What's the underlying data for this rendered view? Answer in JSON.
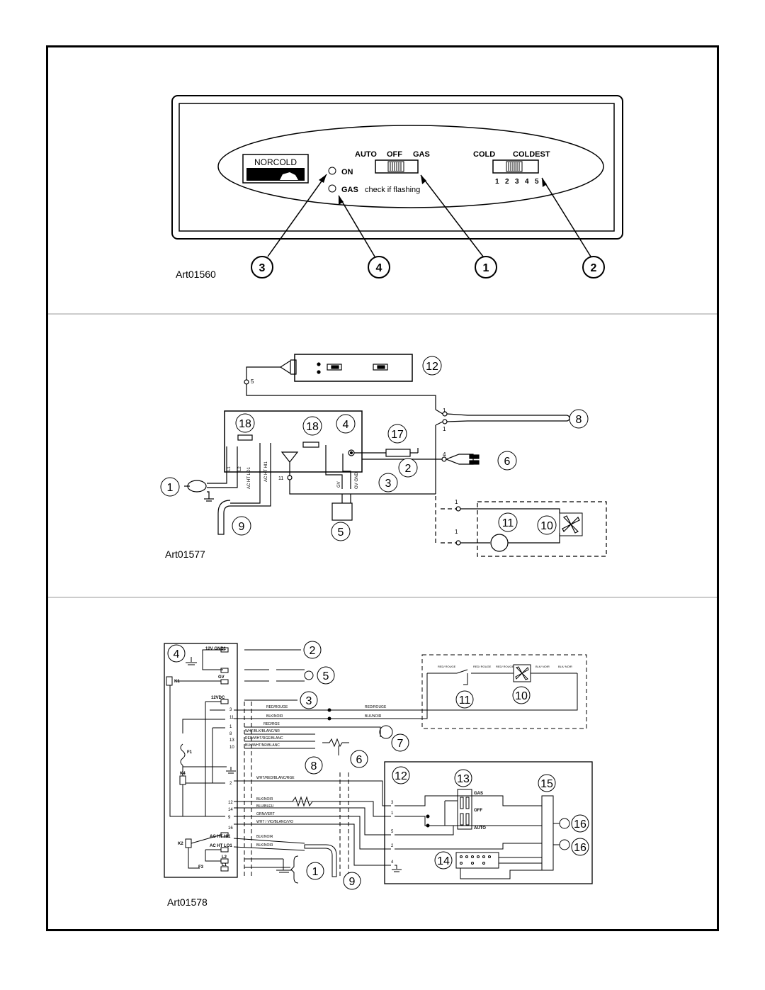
{
  "panel": {
    "logo": "NORCOLD",
    "mode_labels": {
      "auto": "AUTO",
      "off": "OFF",
      "gas": "GAS"
    },
    "temp_labels": {
      "cold": "COLD",
      "coldest": "COLDEST"
    },
    "temp_scale": [
      "1",
      "2",
      "3",
      "4",
      "5"
    ],
    "led_on": "ON",
    "led_gas": "GAS",
    "led_gas_note": "check if flashing",
    "callouts": [
      "3",
      "4",
      "1",
      "2"
    ],
    "art_id": "Art01560"
  },
  "diagram2": {
    "art_id": "Art01577",
    "callouts": [
      "12",
      "8",
      "18",
      "18",
      "4",
      "17",
      "6",
      "2",
      "1",
      "3",
      "9",
      "5",
      "11",
      "10"
    ],
    "pins": [
      "5",
      "1",
      "1",
      "4",
      "1",
      "1",
      "11"
    ],
    "wire_labels": [
      "L1",
      "L2",
      "AC HT LO1",
      "AC HT HI1",
      "GV",
      "GV GND"
    ]
  },
  "diagram3": {
    "art_id": "Art01578",
    "callouts": [
      "4",
      "2",
      "5",
      "3",
      "11",
      "10",
      "7",
      "6",
      "8",
      "12",
      "13",
      "15",
      "16",
      "16",
      "14",
      "1",
      "9"
    ],
    "board_labels": [
      "12V GND1",
      "GV",
      "12VDC",
      "K1",
      "K4",
      "K2",
      "F1",
      "F3",
      "AC HT HI1",
      "AC HT LO1",
      "L2",
      "L1"
    ],
    "board_pins": [
      "3",
      "11",
      "1",
      "8",
      "13",
      "10",
      "2",
      "12",
      "14",
      "9",
      "16"
    ],
    "wire_colors": [
      "RED/ROUGE",
      "BLK/NOIR",
      "RED/RGE",
      "WHT/BLK/BLANC/NR",
      "RED/WHT/RGE/BLANC",
      "BLK/WHT/NR/BLANC",
      "WHT/RED/BLANC/RGE",
      "BLK/NOIR",
      "BLU/BLEU",
      "GRN/VERT",
      "WHT / VIO/BLANC/VIO",
      "BLK/NOIR",
      "BLK/NOIR"
    ],
    "right_wire_labels": [
      "RED/ROUGE",
      "BLK/NOIR"
    ],
    "fan_circuit_labels": [
      "RED/ ROUGE",
      "RED/ ROUGE",
      "RED/ ROUGE",
      "BLK/ NOIR",
      "BLK/ NOIR"
    ],
    "switch_labels": [
      "GAS",
      "OFF",
      "AUTO"
    ],
    "terminal_pins": [
      "3",
      "1",
      "5",
      "2",
      "4"
    ]
  }
}
